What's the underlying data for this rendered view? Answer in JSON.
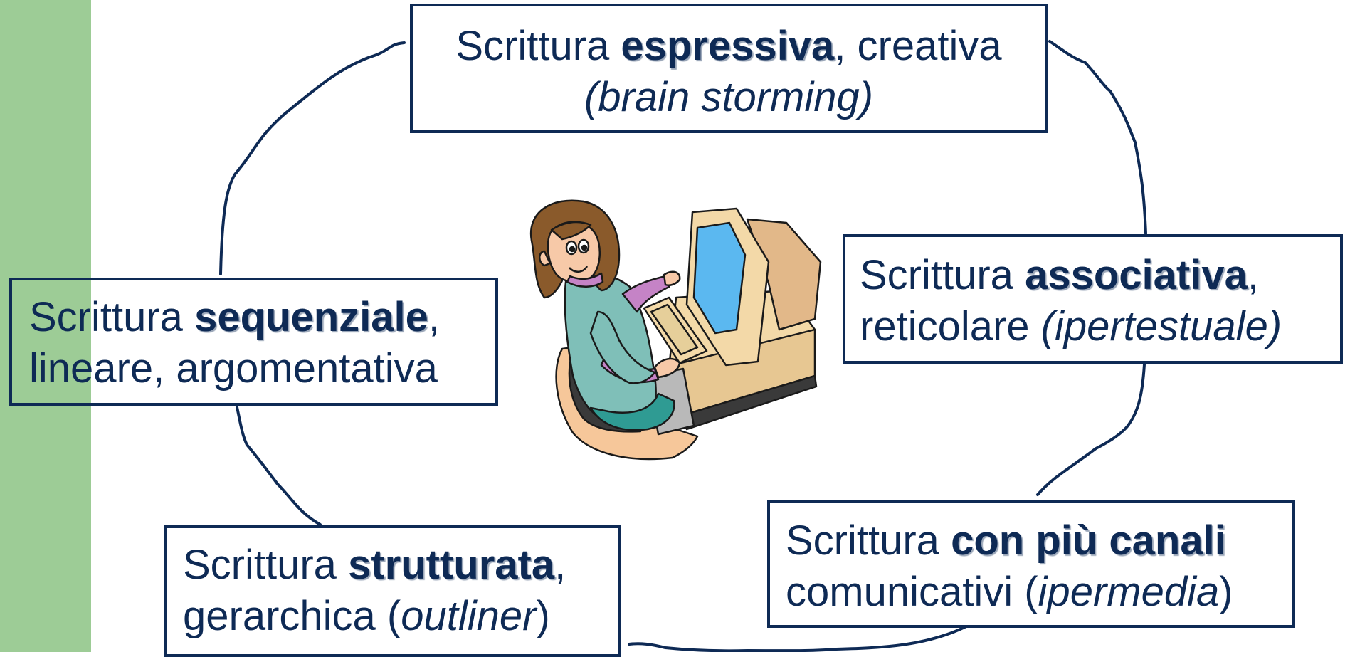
{
  "colors": {
    "accent": "#0e2a55",
    "side_bar": "#9dcc96",
    "monitor_screen": "#5bb8f0",
    "computer_body": "#f3d9a8",
    "sweater": "#7fbfb8",
    "hair": "#8a5a2b"
  },
  "boxes": {
    "top": {
      "pre": "Scrittura ",
      "bold": "espressiva",
      "post": ", creativa",
      "line2": "(brain storming)"
    },
    "left": {
      "pre": "Scrittura ",
      "bold": "sequenziale",
      "post": ",",
      "line2": "lineare, argomentativa"
    },
    "right": {
      "pre": "Scrittura ",
      "bold": "associativa",
      "post": ",",
      "line2_plain": "reticolare ",
      "line2_italic": "(ipertestuale)"
    },
    "bottom_right": {
      "pre": "Scrittura ",
      "bold": "con più canali",
      "line2_plain": "comunicativi (",
      "line2_italic": "ipermedia",
      "line2_end": ")"
    },
    "bottom_left": {
      "pre": "Scrittura ",
      "bold": "strutturata",
      "post": ",",
      "line2_plain": "gerarchica (",
      "line2_italic": "outliner",
      "line2_end": ")"
    }
  },
  "illustration": {
    "icon": "person-at-computer-icon"
  }
}
